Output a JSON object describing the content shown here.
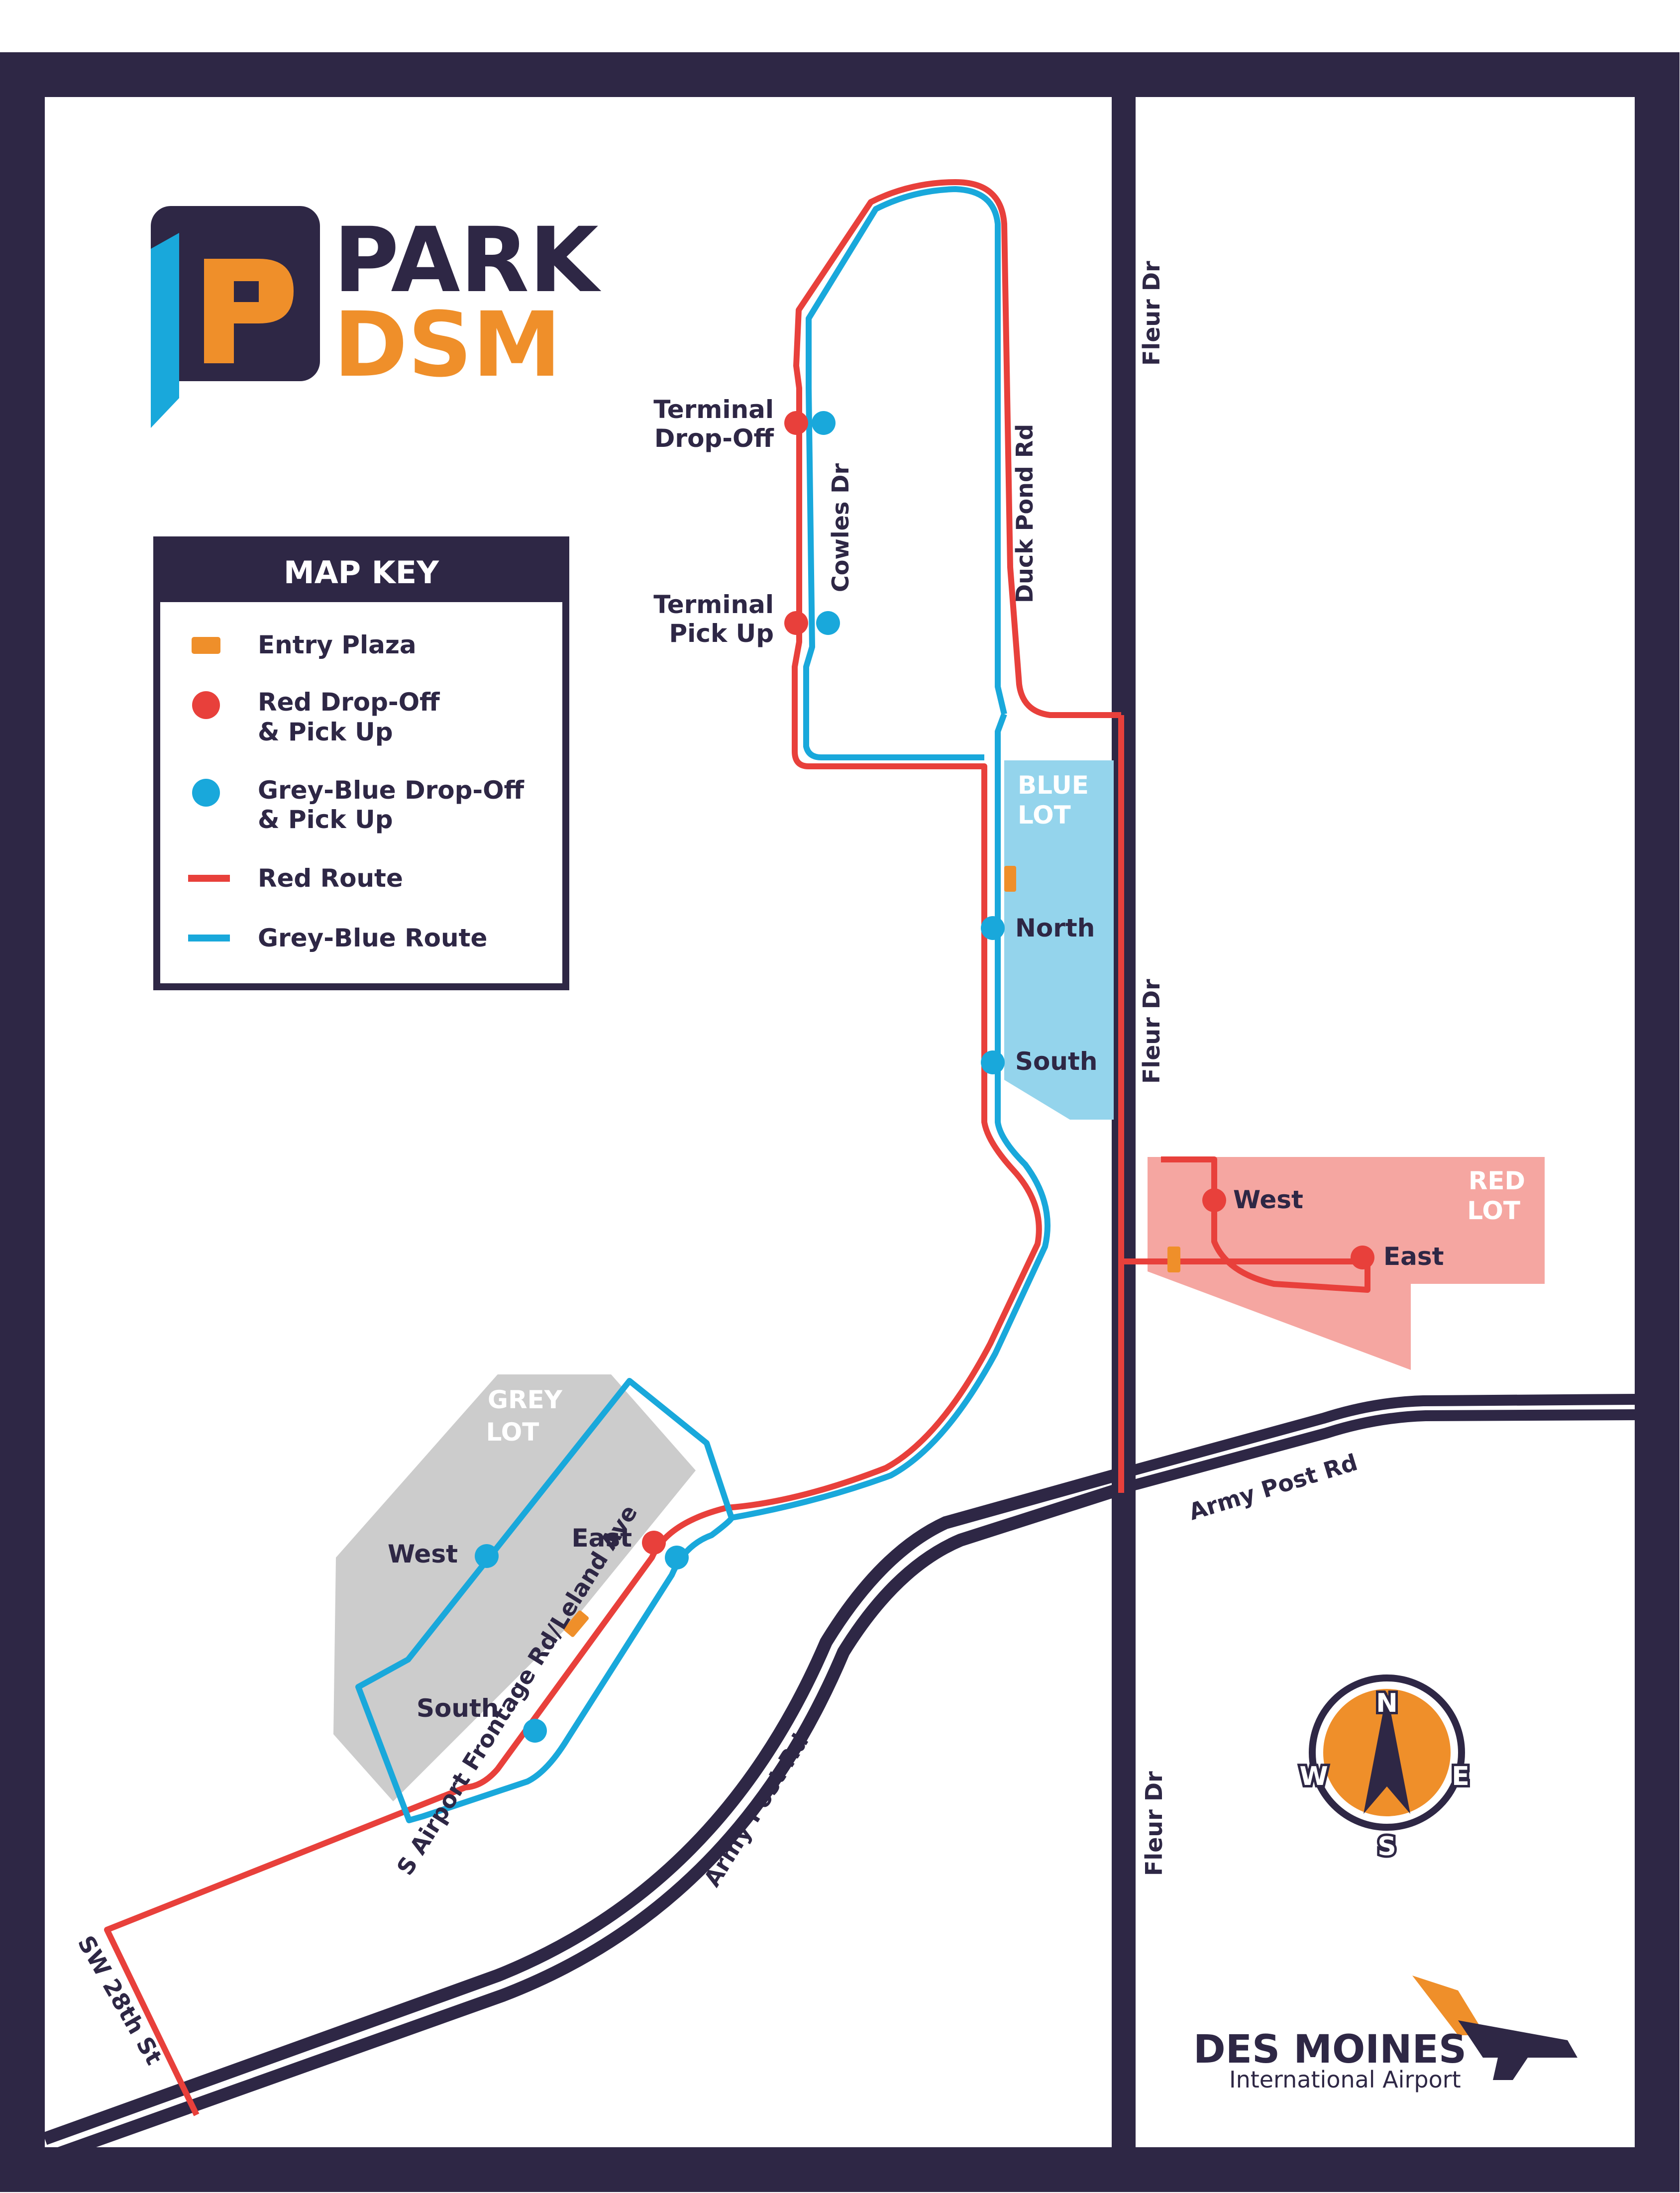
{
  "colors": {
    "frame": "#2e2745",
    "red_route": "#e8403b",
    "blue_route": "#19a8db",
    "entry_plaza": "#ef8f2a",
    "blue_lot": "#94d4ec",
    "red_lot": "#f5a6a1",
    "grey_lot": "#cccccc",
    "logo_orange": "#ef8f2a",
    "logo_blue": "#19a8db"
  },
  "logo": {
    "line1": "PARK",
    "line2": "DSM"
  },
  "map_key": {
    "title": "MAP KEY",
    "items": [
      {
        "label": "Entry Plaza",
        "symbol": "entry-plaza-icon"
      },
      {
        "label1": "Red Drop-Off",
        "label2": "& Pick Up",
        "symbol": "red-stop-icon"
      },
      {
        "label1": "Grey-Blue Drop-Off",
        "label2": "& Pick Up",
        "symbol": "blue-stop-icon"
      },
      {
        "label": "Red Route",
        "symbol": "red-route-line-icon"
      },
      {
        "label": "Grey-Blue Route",
        "symbol": "blue-route-line-icon"
      }
    ]
  },
  "stops": {
    "terminal_dropoff_1": "Terminal",
    "terminal_dropoff_2": "Drop-Off",
    "terminal_pickup_1": "Terminal",
    "terminal_pickup_2": "Pick Up",
    "blue_north": "North",
    "blue_south": "South",
    "red_west": "West",
    "red_east": "East",
    "grey_west": "West",
    "grey_east": "East",
    "grey_south": "South"
  },
  "lots": {
    "blue_1": "BLUE",
    "blue_2": "LOT",
    "red_1": "RED",
    "red_2": "LOT",
    "grey_1": "GREY",
    "grey_2": "LOT"
  },
  "roads": {
    "fleur_top": "Fleur Dr",
    "fleur_mid": "Fleur Dr",
    "fleur_bottom": "Fleur Dr",
    "duck_pond": "Duck Pond Rd",
    "cowles": "Cowles Dr",
    "army_post_right": "Army Post Rd",
    "army_post_diag": "Army Post Rd",
    "frontage": "S Airport Frontage Rd/Leland Ave",
    "sw28": "SW 28th St"
  },
  "compass": {
    "n": "N",
    "s": "S",
    "e": "E",
    "w": "W"
  },
  "airport": {
    "name": "DES MOINES",
    "sub": "International Airport"
  }
}
